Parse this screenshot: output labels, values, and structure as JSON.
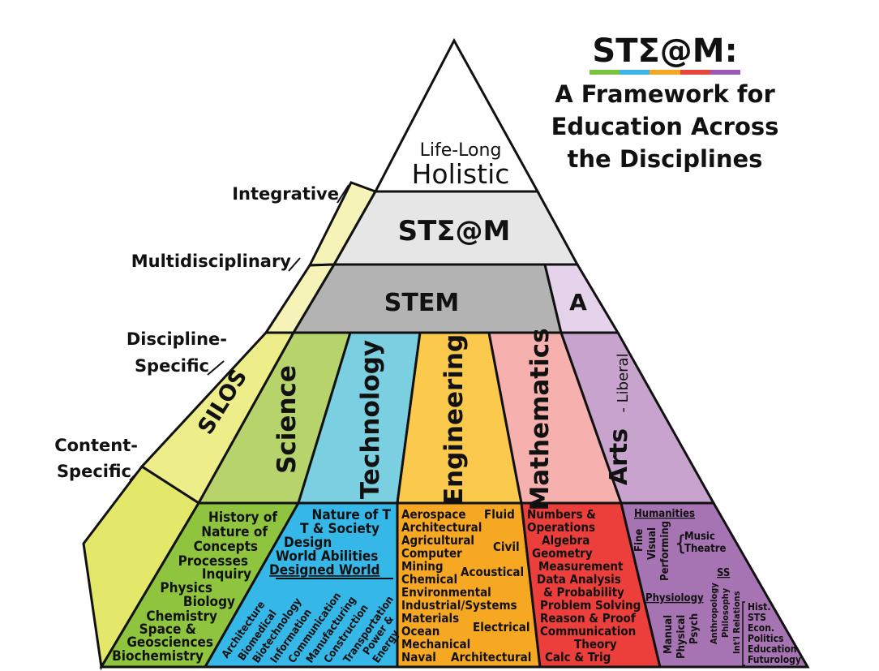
{
  "title": {
    "main": "STΣ@M:",
    "subtitle_lines": [
      "A Framework for",
      "Education Across",
      "the Disciplines"
    ],
    "rainbow_colors": [
      "#7cc242",
      "#3cb4e5",
      "#f5a623",
      "#e8453c",
      "#9b59b6"
    ]
  },
  "levels": {
    "top_line1": "Life-Long",
    "top_line2": "Holistic",
    "steam": "STΣ@M",
    "stem": "STEM",
    "a": "A",
    "silos": "SILOS"
  },
  "side_labels": {
    "integrative": "Integrative",
    "multidisciplinary": "Multidisciplinary",
    "discipline_1": "Discipline-",
    "discipline_2": "Specific",
    "content_1": "Content-",
    "content_2": "Specific"
  },
  "disciplines": {
    "science": "Science",
    "technology": "Technology",
    "engineering": "Engineering",
    "mathematics": "Mathematics",
    "arts": "Arts",
    "arts_sub": "- Liberal"
  },
  "colors": {
    "holistic": "#ffffff",
    "steam": "#e6e6e6",
    "stem": "#b3b3b3",
    "a": "#e4d3ea",
    "silo_stripe": "#f6f3b8",
    "silo_mid": "#eded8a",
    "silo_base": "#e3e86a",
    "science": "#b7d36b",
    "technology": "#7ad0e0",
    "engineering": "#fbc94b",
    "mathematics": "#f6b0ad",
    "arts": "#c7a3cd",
    "science_base": "#8fc43f",
    "technology_base": "#35b7e8",
    "engineering_base": "#f7a823",
    "mathematics_base": "#ec3f3c",
    "arts_base": "#a774b3"
  },
  "science_base": [
    "History of",
    "Nature of",
    "Concepts",
    "Processes",
    "Inquiry",
    "Physics",
    "Biology",
    "Chemistry",
    "Space &",
    "Geosciences",
    "Biochemistry"
  ],
  "technology_base": {
    "lines": [
      "Nature of T",
      "T & Society",
      "Design",
      "World Abilities",
      "Designed World"
    ],
    "diagonal": [
      "Architecture",
      "Biomedical",
      "Biotechnology",
      "Information",
      "Communication",
      "Manufacturing",
      "Construction",
      "Transportation",
      "Power &",
      "Energy"
    ]
  },
  "engineering_base": [
    "Aerospace",
    "Fluid",
    "Architectural",
    "Agricultural",
    "Civil",
    "Computer",
    "Mining",
    "Acoustical",
    "Chemical",
    "Environmental",
    "Industrial/Systems",
    "Materials",
    "Ocean",
    "Electrical",
    "Mechanical",
    "Naval",
    "Architectural"
  ],
  "mathematics_base": [
    "Numbers &",
    "Operations",
    "Algebra",
    "Geometry",
    "Measurement",
    "Data Analysis",
    "& Probability",
    "Problem Solving",
    "Reason & Proof",
    "Communication",
    "Theory",
    "Calc & Trig"
  ],
  "arts_base": {
    "humanities": "Humanities",
    "fine": "Fine",
    "visual": "Visual",
    "performing": "Performing",
    "music": "Music",
    "theatre": "Theatre",
    "ss": "SS",
    "physiology": "Physiology",
    "manual": "Manual",
    "physical": "Physical",
    "psych": "Psych",
    "anthropology": "Anthropology",
    "philosophy": "Philosophy",
    "intl": "Int'l Relations",
    "list": [
      "Hist.",
      "STS",
      "Econ.",
      "Politics",
      "Education",
      "Futurology"
    ]
  }
}
